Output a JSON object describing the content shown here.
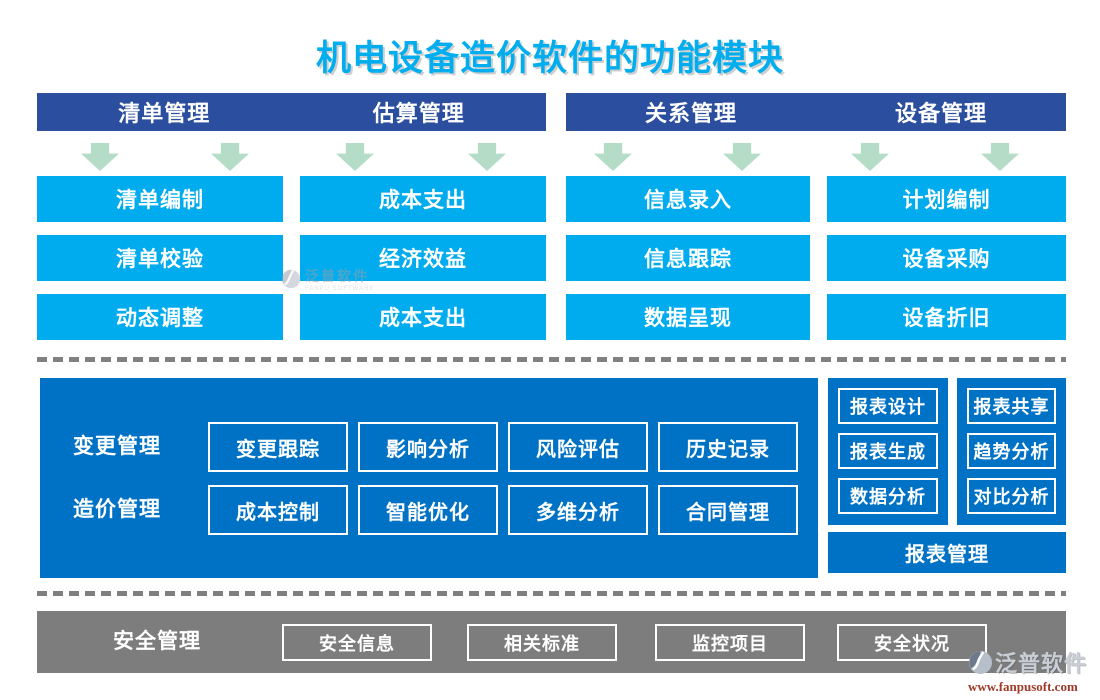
{
  "title": "机电设备造价软件的功能模块",
  "colors": {
    "title_blue": "#00aeef",
    "header_navy": "#2b4f9e",
    "module_cyan": "#00acee",
    "panel_blue": "#0072c5",
    "arrow_green": "#b4dcc7",
    "security_gray": "#7d7d7d",
    "logo_url_red": "#a13a28"
  },
  "headers": [
    {
      "label": "清单管理"
    },
    {
      "label": "估算管理"
    },
    {
      "label": "关系管理"
    },
    {
      "label": "设备管理"
    }
  ],
  "columns": [
    {
      "items": [
        "清单编制",
        "清单校验",
        "动态调整"
      ]
    },
    {
      "items": [
        "成本支出",
        "经济效益",
        "成本支出"
      ]
    },
    {
      "items": [
        "信息录入",
        "信息跟踪",
        "数据呈现"
      ]
    },
    {
      "items": [
        "计划编制",
        "设备采购",
        "设备折旧"
      ]
    }
  ],
  "middle_panel": {
    "rows": [
      {
        "label": "变更管理",
        "items": [
          "变更跟踪",
          "影响分析",
          "风险评估",
          "历史记录"
        ]
      },
      {
        "label": "造价管理",
        "items": [
          "成本控制",
          "智能优化",
          "多维分析",
          "合同管理"
        ]
      }
    ]
  },
  "report_panel": {
    "columns": [
      {
        "items": [
          "报表设计",
          "报表生成",
          "数据分析"
        ]
      },
      {
        "items": [
          "报表共享",
          "趋势分析",
          "对比分析"
        ]
      }
    ],
    "footer": "报表管理"
  },
  "security_bar": {
    "label": "安全管理",
    "items": [
      "安全信息",
      "相关标准",
      "监控项目",
      "安全状况"
    ]
  },
  "watermark": {
    "name": "泛普软件",
    "subtitle": "FANPU SOFTWARE"
  },
  "logo": {
    "name": "泛普软件",
    "url": "www.fanpusoft.com"
  }
}
